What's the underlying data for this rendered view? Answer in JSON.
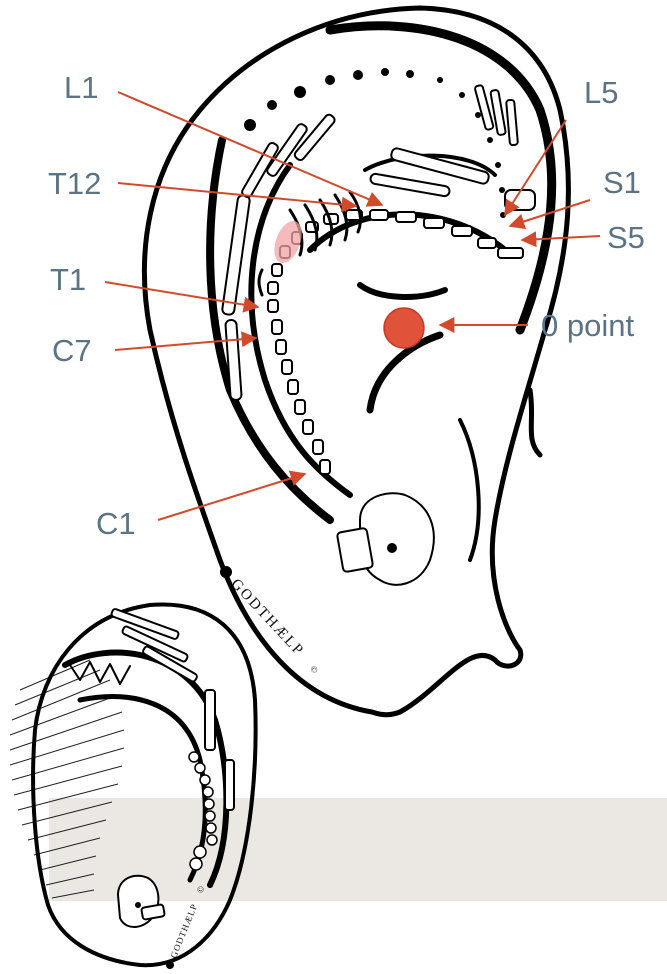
{
  "labels": {
    "l1": "L1",
    "l5": "L5",
    "t12": "T12",
    "s1": "S1",
    "s5": "S5",
    "t1": "T1",
    "zero_point": "0 point",
    "c7": "C7",
    "c1": "C1"
  },
  "watermark": {
    "main": "GODTHÆLP",
    "small": "GODTHÆLP",
    "copyright_symbol": "©"
  },
  "colors": {
    "label_text": "#5b7384",
    "arrow": "#d24a2b",
    "zero_point": "#e0533a",
    "highlight": "#f2a3a6",
    "band": "#ebe7e2",
    "outline": "#000000"
  }
}
